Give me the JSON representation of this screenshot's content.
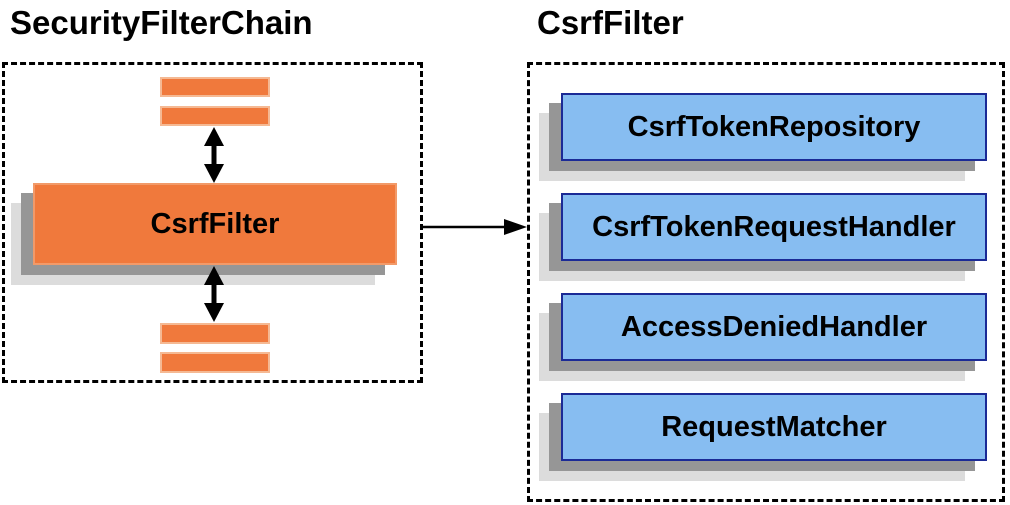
{
  "left_panel": {
    "title": "SecurityFilterChain",
    "filter_box_label": "CsrfFilter"
  },
  "right_panel": {
    "title": "CsrfFilter",
    "components": [
      "CsrfTokenRepository",
      "CsrfTokenRequestHandler",
      "AccessDeniedHandler",
      "RequestMatcher"
    ]
  },
  "icons": {
    "vertical_double_arrow": "double-headed-arrow",
    "horizontal_arrow": "right-arrow"
  },
  "colors": {
    "background": "#FFFFFF",
    "orange_fill": "#F0793C",
    "orange_border": "#F5B993",
    "orange_highlight": "#F29A69",
    "blue_fill": "#87BDF1",
    "blue_border": "#1B2A96",
    "shadow_dark": "#969696",
    "shadow_light": "#DCDCDC",
    "dashed_border": "#000000",
    "arrow": "#000000",
    "text": "#000000"
  }
}
